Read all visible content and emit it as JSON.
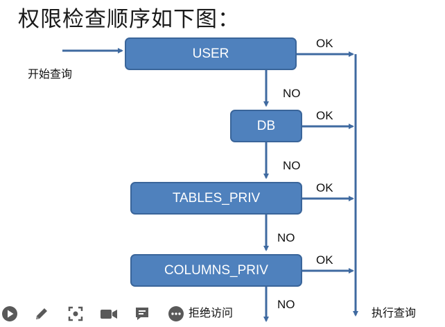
{
  "slide": {
    "title": "权限检查顺序如下图："
  },
  "flow": {
    "start_label": "开始查询",
    "steps": [
      {
        "label": "USER",
        "ok_label": "OK",
        "no_label": "NO"
      },
      {
        "label": "DB",
        "ok_label": "OK",
        "no_label": "NO"
      },
      {
        "label": "TABLES_PRIV",
        "ok_label": "OK",
        "no_label": "NO"
      },
      {
        "label": "COLUMNS_PRIV",
        "ok_label": "OK",
        "no_label": "NO"
      }
    ],
    "deny_label": "拒绝访问",
    "execute_label": "执行查询"
  },
  "colors": {
    "box_fill": "#4f81bd",
    "box_border": "#3a659a",
    "arrow": "#3f6aa0"
  },
  "toolbar": {
    "icons": [
      "play-icon",
      "pen-icon",
      "screenshot-icon",
      "camera-icon",
      "comment-icon",
      "more-icon"
    ]
  }
}
